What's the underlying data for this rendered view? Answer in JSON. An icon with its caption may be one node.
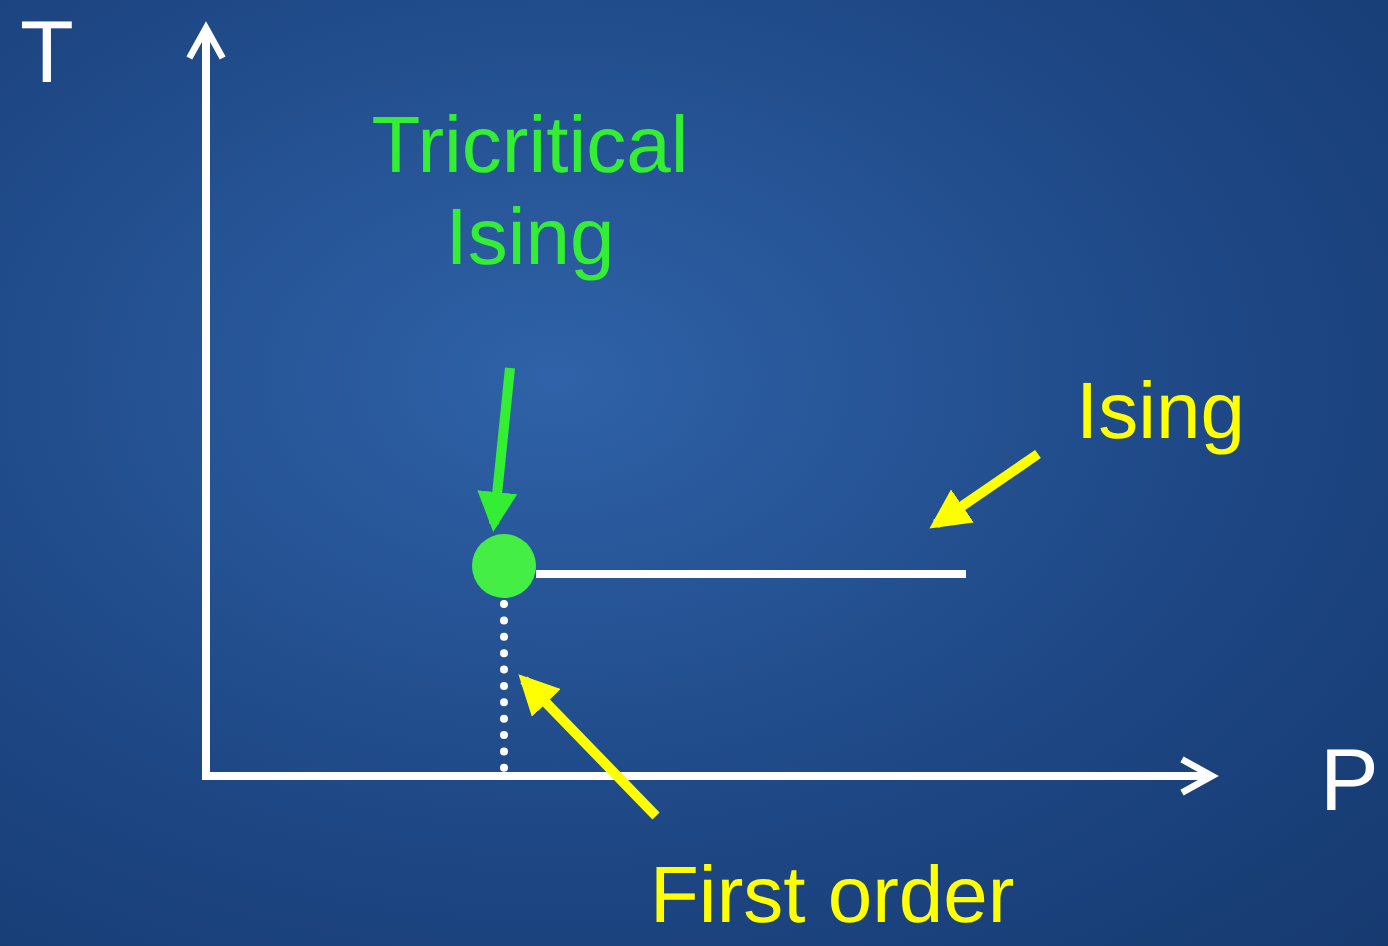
{
  "diagram": {
    "nodes": [
      {
        "text": [
          "Tricritical Ising"
        ]
      },
      {
        "text": [],
        "shape": "circle"
      },
      {
        "text": [
          "Ising"
        ]
      },
      {
        "text": [],
        "shape": "bar"
      },
      {
        "text": [
          "First order"
        ]
      },
      {
        "text": [],
        "shape": "bar"
      }
    ],
    "edges": [
      {
        "from": 0,
        "to": 1,
        "arrow": "to",
        "color": "#33ee33"
      },
      {
        "from": 2,
        "to": 3,
        "arrow": "to"
      },
      {
        "from": 4,
        "to": 5,
        "arrow": "to"
      }
    ],
    "labels": [
      "T",
      "P"
    ]
  }
}
